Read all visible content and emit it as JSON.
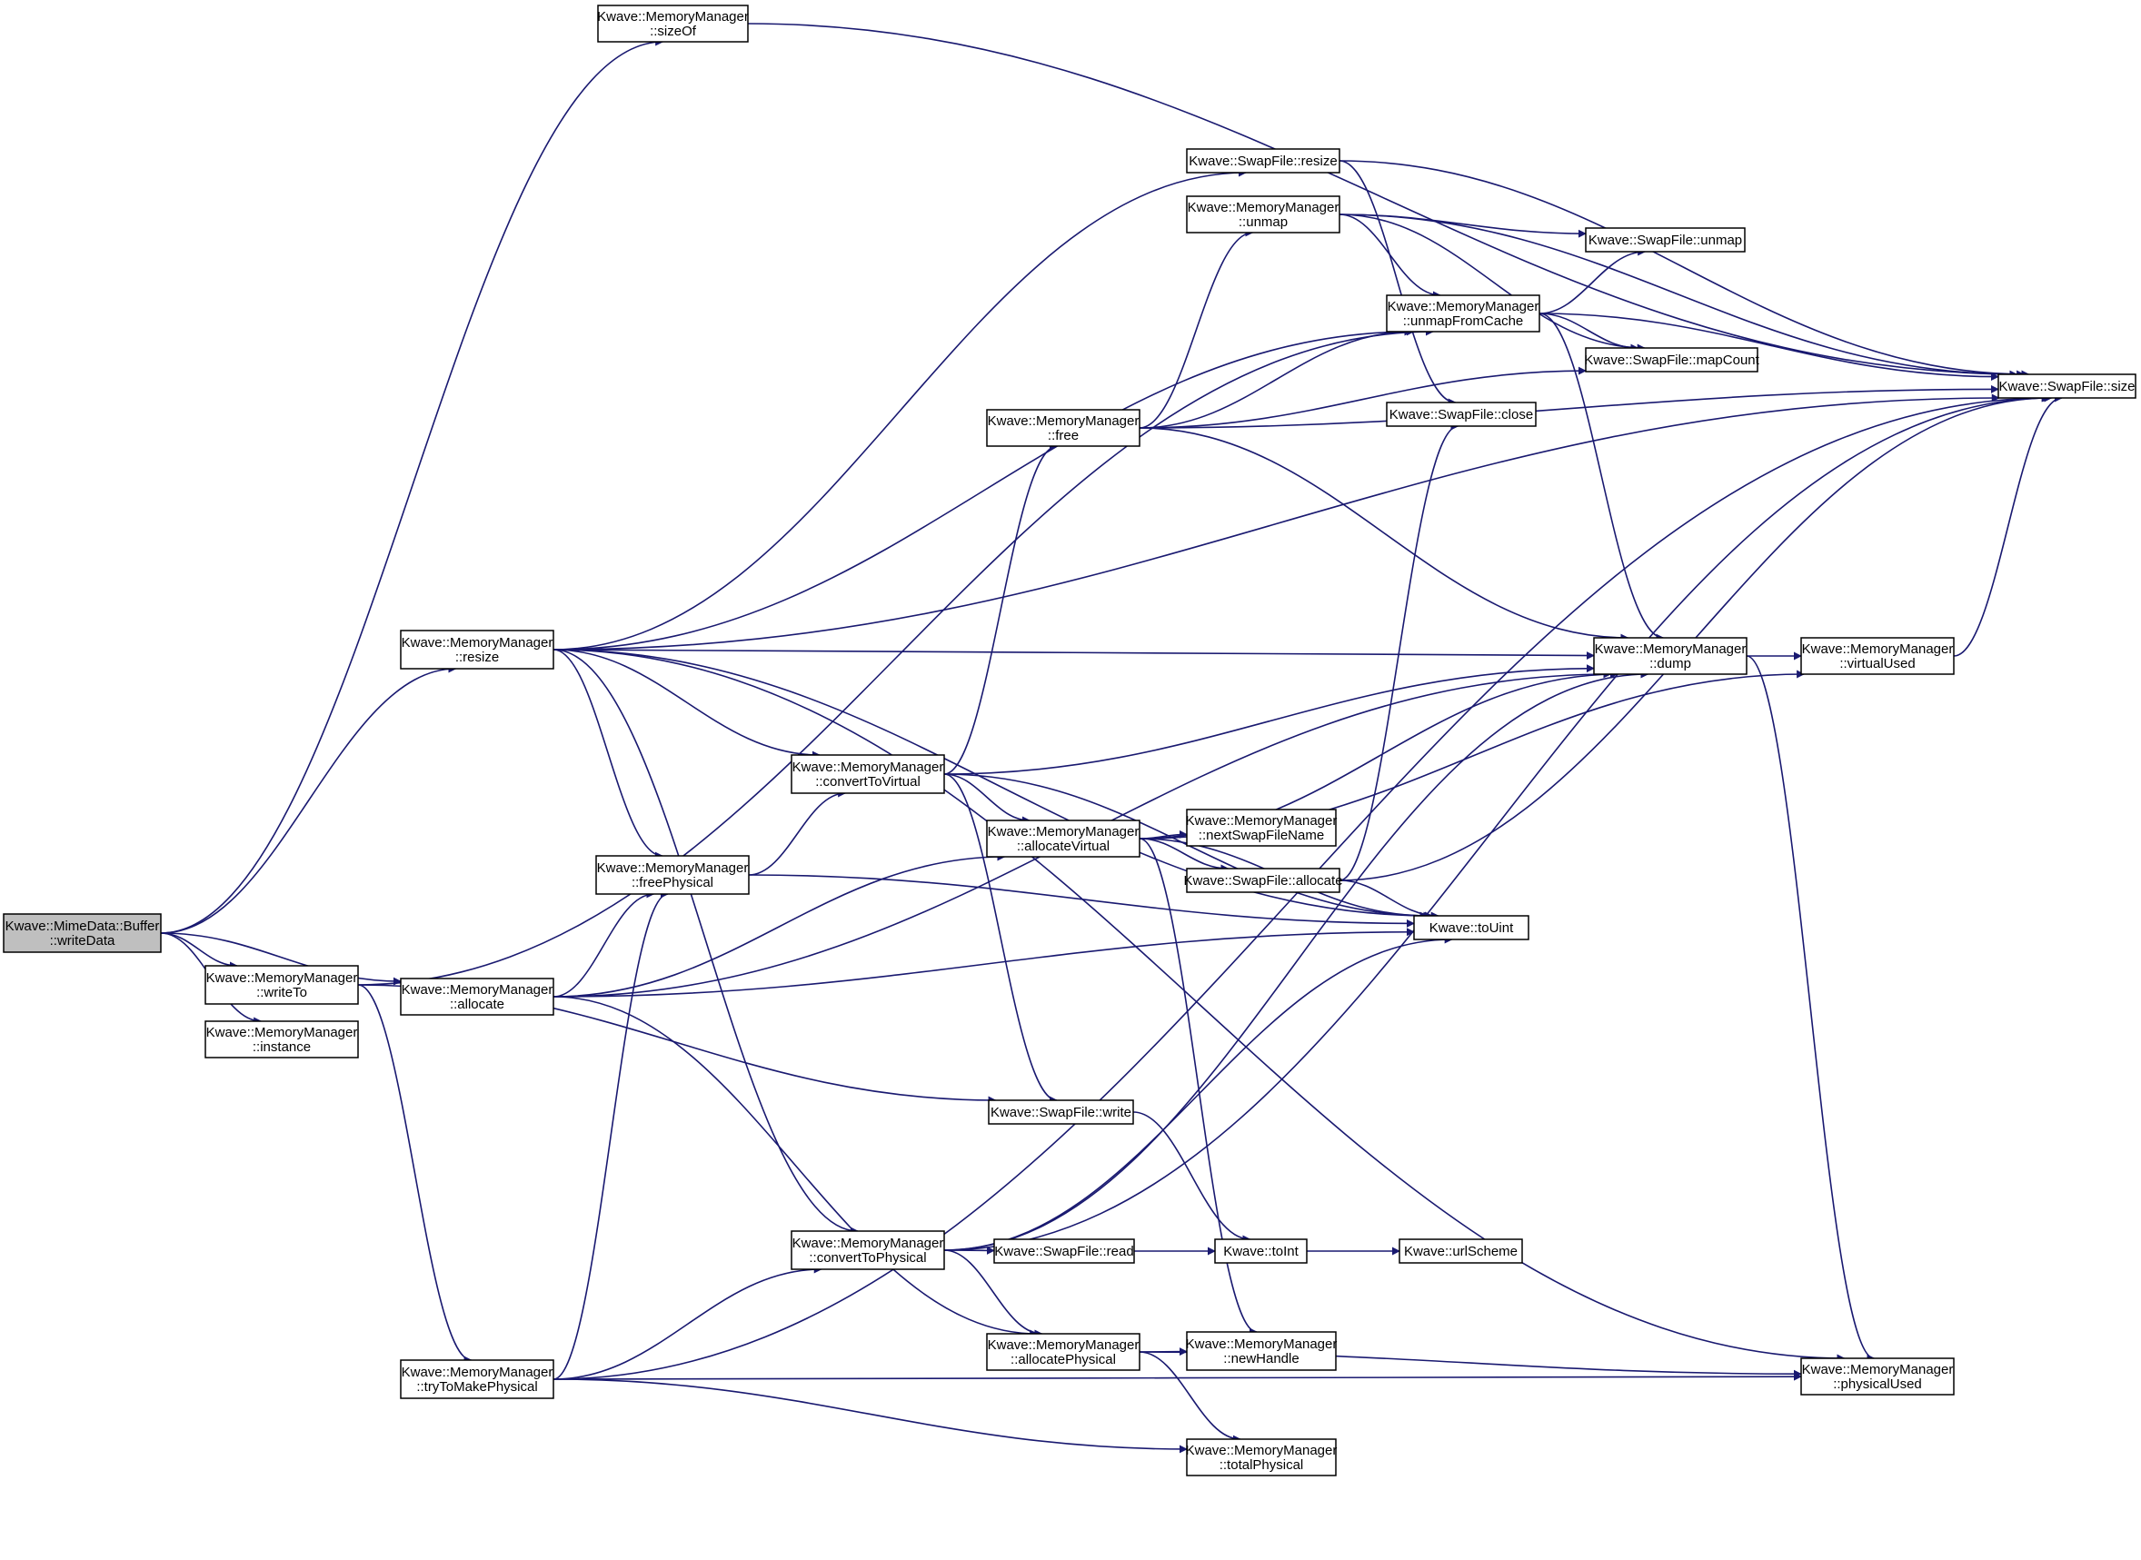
{
  "colors": {
    "edge": "#191970",
    "node_border": "#000000",
    "root_fill": "#bfbfbf",
    "node_fill": "#ffffff"
  },
  "nodes": {
    "writeData": [
      "Kwave::MimeData::Buffer",
      "::writeData"
    ],
    "sizeOf": [
      "Kwave::MemoryManager",
      "::sizeOf"
    ],
    "swapResize": [
      "Kwave::SwapFile::resize"
    ],
    "unmap": [
      "Kwave::MemoryManager",
      "::unmap"
    ],
    "swapUnmap": [
      "Kwave::SwapFile::unmap"
    ],
    "unmapFromCache": [
      "Kwave::MemoryManager",
      "::unmapFromCache"
    ],
    "mapCount": [
      "Kwave::SwapFile::mapCount"
    ],
    "swapSize": [
      "Kwave::SwapFile::size"
    ],
    "free": [
      "Kwave::MemoryManager",
      "::free"
    ],
    "close": [
      "Kwave::SwapFile::close"
    ],
    "resize": [
      "Kwave::MemoryManager",
      "::resize"
    ],
    "dump": [
      "Kwave::MemoryManager",
      "::dump"
    ],
    "virtualUsed": [
      "Kwave::MemoryManager",
      "::virtualUsed"
    ],
    "convertToVirtual": [
      "Kwave::MemoryManager",
      "::convertToVirtual"
    ],
    "allocateVirtual": [
      "Kwave::MemoryManager",
      "::allocateVirtual"
    ],
    "nextSwapFileName": [
      "Kwave::MemoryManager",
      "::nextSwapFileName"
    ],
    "freePhysical": [
      "Kwave::MemoryManager",
      "::freePhysical"
    ],
    "swapAllocate": [
      "Kwave::SwapFile::allocate"
    ],
    "toUint": [
      "Kwave::toUint"
    ],
    "writeTo": [
      "Kwave::MemoryManager",
      "::writeTo"
    ],
    "allocate": [
      "Kwave::MemoryManager",
      "::allocate"
    ],
    "instance": [
      "Kwave::MemoryManager",
      "::instance"
    ],
    "swapWrite": [
      "Kwave::SwapFile::write"
    ],
    "convertToPhysical": [
      "Kwave::MemoryManager",
      "::convertToPhysical"
    ],
    "swapRead": [
      "Kwave::SwapFile::read"
    ],
    "toInt": [
      "Kwave::toInt"
    ],
    "urlScheme": [
      "Kwave::urlScheme"
    ],
    "allocatePhysical": [
      "Kwave::MemoryManager",
      "::allocatePhysical"
    ],
    "newHandle": [
      "Kwave::MemoryManager",
      "::newHandle"
    ],
    "physicalUsed": [
      "Kwave::MemoryManager",
      "::physicalUsed"
    ],
    "tryToMakePhysical": [
      "Kwave::MemoryManager",
      "::tryToMakePhysical"
    ],
    "totalPhysical": [
      "Kwave::MemoryManager",
      "::totalPhysical"
    ]
  },
  "edges": [
    [
      "writeData",
      "sizeOf"
    ],
    [
      "writeData",
      "resize"
    ],
    [
      "writeData",
      "writeTo"
    ],
    [
      "writeData",
      "instance"
    ],
    [
      "writeData",
      "allocate"
    ],
    [
      "sizeOf",
      "swapSize"
    ],
    [
      "resize",
      "swapSize"
    ],
    [
      "resize",
      "swapResize"
    ],
    [
      "resize",
      "unmapFromCache"
    ],
    [
      "resize",
      "dump"
    ],
    [
      "resize",
      "toUint"
    ],
    [
      "resize",
      "convertToVirtual"
    ],
    [
      "resize",
      "freePhysical"
    ],
    [
      "resize",
      "physicalUsed"
    ],
    [
      "resize",
      "convertToPhysical"
    ],
    [
      "swapResize",
      "swapSize"
    ],
    [
      "swapResize",
      "close"
    ],
    [
      "unmap",
      "swapSize"
    ],
    [
      "unmap",
      "swapUnmap"
    ],
    [
      "unmap",
      "unmapFromCache"
    ],
    [
      "unmap",
      "mapCount"
    ],
    [
      "unmapFromCache",
      "swapUnmap"
    ],
    [
      "unmapFromCache",
      "mapCount"
    ],
    [
      "unmapFromCache",
      "swapSize"
    ],
    [
      "unmapFromCache",
      "dump"
    ],
    [
      "free",
      "unmap"
    ],
    [
      "free",
      "unmapFromCache"
    ],
    [
      "free",
      "mapCount"
    ],
    [
      "free",
      "swapSize"
    ],
    [
      "free",
      "dump"
    ],
    [
      "dump",
      "virtualUsed"
    ],
    [
      "dump",
      "physicalUsed"
    ],
    [
      "virtualUsed",
      "swapSize"
    ],
    [
      "convertToVirtual",
      "free"
    ],
    [
      "convertToVirtual",
      "dump"
    ],
    [
      "convertToVirtual",
      "toUint"
    ],
    [
      "convertToVirtual",
      "allocateVirtual"
    ],
    [
      "convertToVirtual",
      "swapWrite"
    ],
    [
      "allocateVirtual",
      "dump"
    ],
    [
      "allocateVirtual",
      "virtualUsed"
    ],
    [
      "allocateVirtual",
      "nextSwapFileName"
    ],
    [
      "allocateVirtual",
      "swapAllocate"
    ],
    [
      "allocateVirtual",
      "toUint"
    ],
    [
      "allocateVirtual",
      "newHandle"
    ],
    [
      "swapAllocate",
      "close"
    ],
    [
      "swapAllocate",
      "toUint"
    ],
    [
      "swapAllocate",
      "swapSize"
    ],
    [
      "freePhysical",
      "convertToVirtual"
    ],
    [
      "freePhysical",
      "toUint"
    ],
    [
      "writeTo",
      "unmapFromCache"
    ],
    [
      "writeTo",
      "swapWrite"
    ],
    [
      "writeTo",
      "tryToMakePhysical"
    ],
    [
      "allocate",
      "freePhysical"
    ],
    [
      "allocate",
      "allocateVirtual"
    ],
    [
      "allocate",
      "toUint"
    ],
    [
      "allocate",
      "dump"
    ],
    [
      "allocate",
      "allocatePhysical"
    ],
    [
      "swapWrite",
      "toInt"
    ],
    [
      "convertToPhysical",
      "toUint"
    ],
    [
      "convertToPhysical",
      "dump"
    ],
    [
      "convertToPhysical",
      "swapSize"
    ],
    [
      "convertToPhysical",
      "swapRead"
    ],
    [
      "convertToPhysical",
      "allocatePhysical"
    ],
    [
      "swapRead",
      "toInt"
    ],
    [
      "toInt",
      "urlScheme"
    ],
    [
      "allocatePhysical",
      "newHandle"
    ],
    [
      "allocatePhysical",
      "physicalUsed"
    ],
    [
      "allocatePhysical",
      "totalPhysical"
    ],
    [
      "tryToMakePhysical",
      "freePhysical"
    ],
    [
      "tryToMakePhysical",
      "convertToPhysical"
    ],
    [
      "tryToMakePhysical",
      "totalPhysical"
    ],
    [
      "tryToMakePhysical",
      "physicalUsed"
    ],
    [
      "tryToMakePhysical",
      "swapSize"
    ]
  ]
}
